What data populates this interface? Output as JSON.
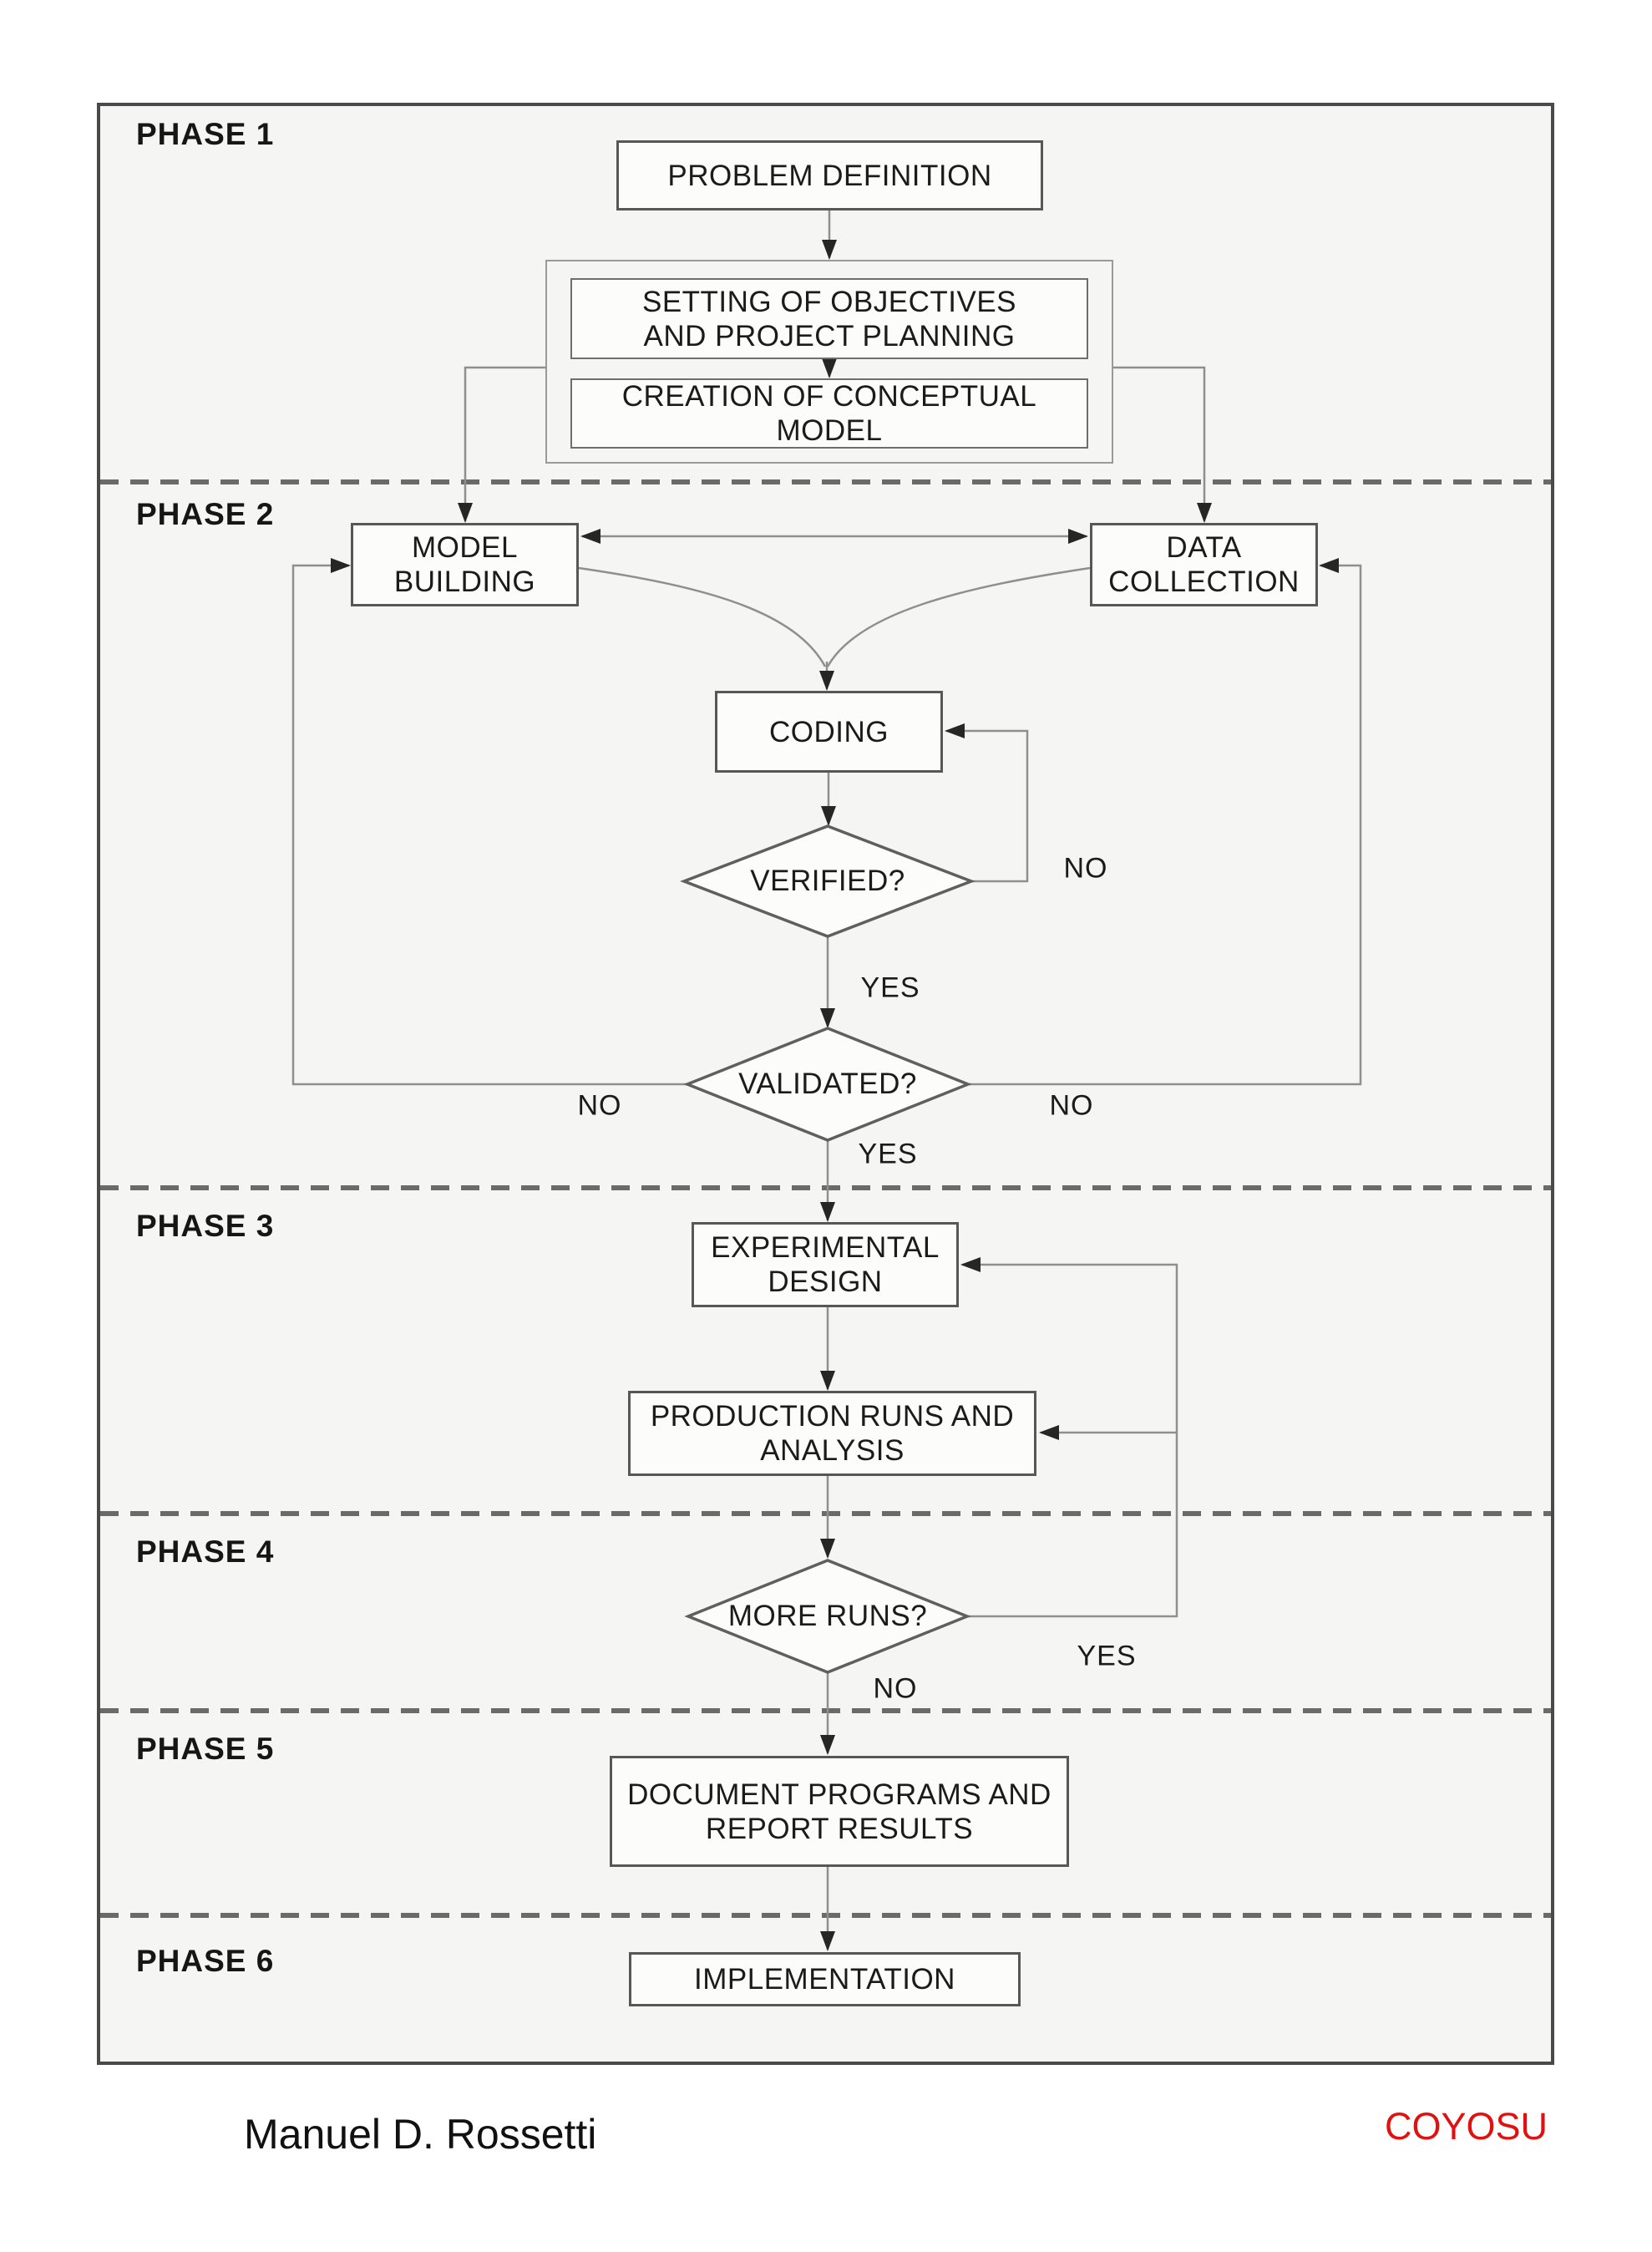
{
  "page": {
    "background": "#ffffff",
    "frame_fill": "#f5f5f3",
    "accent_red": "#e21111",
    "line_color": "#8f8f8f",
    "border_color": "#575757"
  },
  "phases": {
    "p1": "PHASE 1",
    "p2": "PHASE 2",
    "p3": "PHASE 3",
    "p4": "PHASE 4",
    "p5": "PHASE 5",
    "p6": "PHASE 6"
  },
  "nodes": {
    "problem_definition": {
      "line1": "PROBLEM DEFINITION"
    },
    "setting_objectives": {
      "line1": "SETTING OF OBJECTIVES",
      "line2": "AND PROJECT PLANNING"
    },
    "creation_model": {
      "line1": "CREATION OF CONCEPTUAL",
      "line2": "MODEL"
    },
    "model_building": {
      "line1": "MODEL",
      "line2": "BUILDING"
    },
    "data_collection": {
      "line1": "DATA",
      "line2": "COLLECTION"
    },
    "coding": {
      "line1": "CODING"
    },
    "verified": {
      "line1": "VERIFIED?"
    },
    "validated": {
      "line1": "VALIDATED?"
    },
    "experimental_design": {
      "line1": "EXPERIMENTAL",
      "line2": "DESIGN"
    },
    "production_runs": {
      "line1": "PRODUCTION RUNS AND",
      "line2": "ANALYSIS"
    },
    "more_runs": {
      "line1": "MORE RUNS?"
    },
    "document_programs": {
      "line1": "DOCUMENT PROGRAMS AND",
      "line2": "REPORT RESULTS"
    },
    "implementation": {
      "line1": "IMPLEMENTATION"
    }
  },
  "edge_labels": {
    "verified_no": "NO",
    "verified_yes": "YES",
    "validated_no_left": "NO",
    "validated_no_right": "NO",
    "validated_yes": "YES",
    "more_runs_yes": "YES",
    "more_runs_no": "NO"
  },
  "footer": {
    "author": "Manuel D. Rossetti",
    "brand": "COYOSU"
  }
}
